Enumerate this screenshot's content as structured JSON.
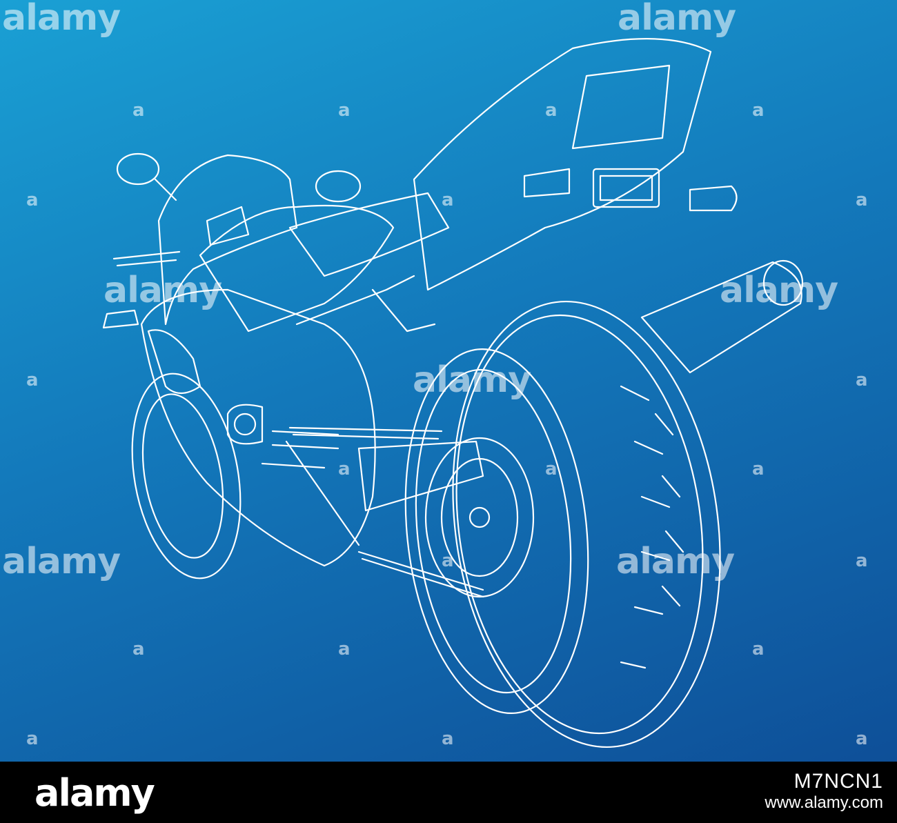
{
  "watermark": {
    "brand": "alamy",
    "mark": "a"
  },
  "footer": {
    "brand": "alamy",
    "image_code": "M7NCN1",
    "url": "www.alamy.com"
  },
  "colors": {
    "background_start": "#1aa0d4",
    "background_end": "#0e4f98",
    "line": "#ffffff"
  },
  "illustration": {
    "subject": "sport motorcycle wireframe outline, rear three-quarter view"
  }
}
